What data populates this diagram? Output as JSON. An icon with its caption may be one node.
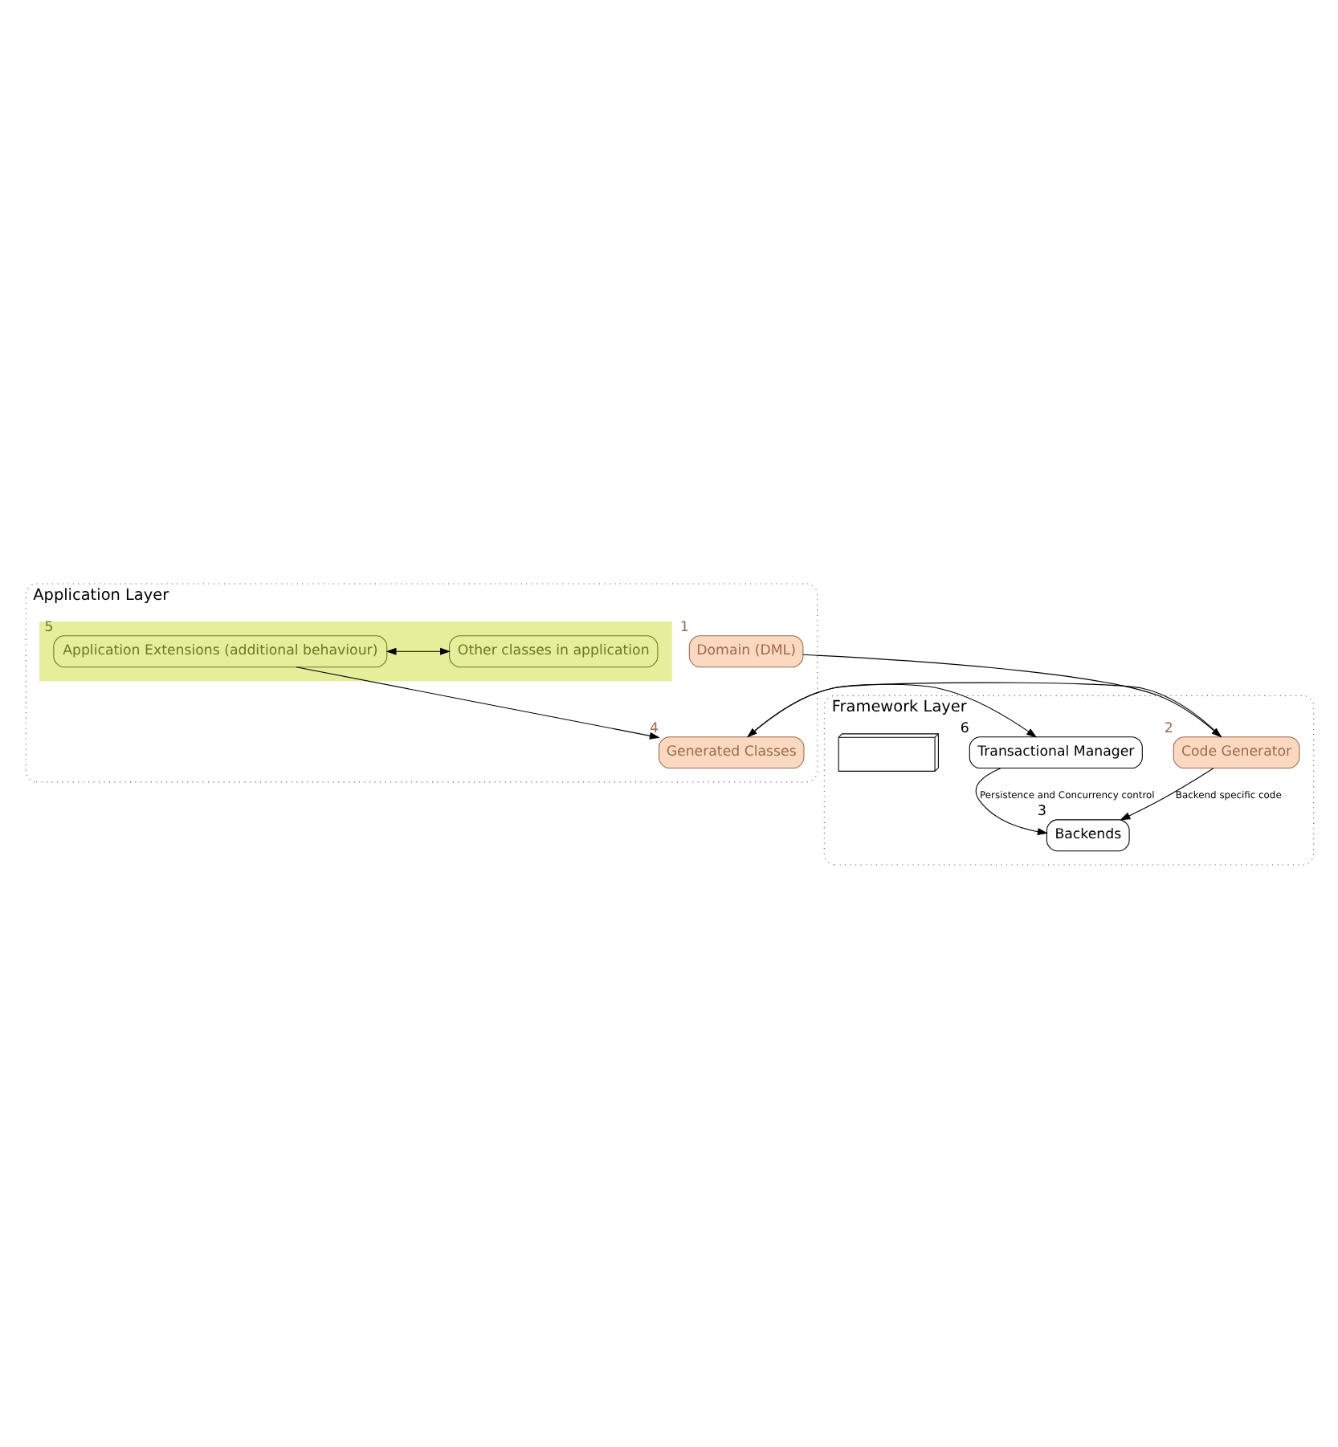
{
  "diagram": {
    "nodes": [
      {
        "text": [
          "Application Layer"
        ]
      },
      {
        "text": [],
        "shape": "box",
        "in": 0
      },
      {
        "text": [
          "Other classes in application"
        ],
        "in": 1
      },
      {
        "text": [
          "Application Extensions (additional behaviour)"
        ],
        "in": 1,
        "beside": [
          "5"
        ]
      },
      {
        "text": [
          "Domain (DML)"
        ],
        "in": 0,
        "beside": [
          "1"
        ]
      },
      {
        "text": [
          "Generated Classes"
        ],
        "in": 0,
        "beside": [
          "4"
        ]
      },
      {
        "text": [
          "Framework Layer"
        ]
      },
      {
        "text": [
          "Code Generator"
        ],
        "in": 6,
        "beside": [
          "2"
        ]
      },
      {
        "text": [
          "Transactional Manager"
        ],
        "in": 6,
        "beside": [
          "6"
        ]
      },
      {
        "text": [
          "Backends"
        ],
        "in": 6,
        "beside": [
          "3"
        ]
      },
      {
        "text": [],
        "shape": "box",
        "in": 6
      }
    ],
    "edges": [
      {
        "from": 2,
        "to": 3,
        "arrow": "both"
      },
      {
        "from": 3,
        "to": 5,
        "arrow": "to"
      },
      {
        "from": 4,
        "to": 7,
        "arrow": "to"
      },
      {
        "from": 7,
        "to": 5,
        "arrow": "to"
      },
      {
        "from": 5,
        "to": 8,
        "arrow": "to"
      },
      {
        "from": 7,
        "to": 9,
        "arrow": "to",
        "label": "Backend specific code"
      },
      {
        "from": 8,
        "to": 9,
        "arrow": "to",
        "label": "Persistence and Concurrency control"
      }
    ]
  }
}
